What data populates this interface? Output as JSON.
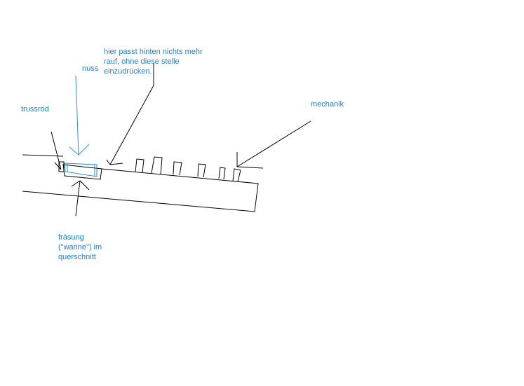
{
  "labels": {
    "trussrod": "trussrod",
    "nuss": "nuss",
    "hint_line1": "hier passt hinten nichts mehr",
    "hint_line2": "rauf, ohne diese stelle",
    "hint_line3": "einzudrücken.",
    "mechanik": "mechanik",
    "fraesung_line1": "fräsung",
    "fraesung_line2": "(\"wanne\") im",
    "fraesung_line3": "querschnitt"
  },
  "colors": {
    "label": "#1b7fd8",
    "line": "#000000",
    "accent": "#2a8ee0"
  }
}
